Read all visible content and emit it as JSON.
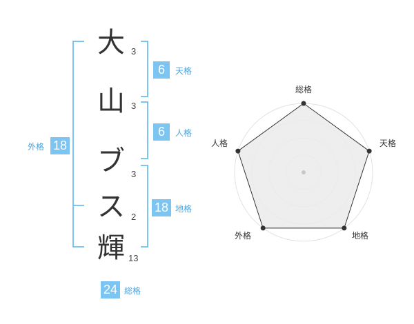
{
  "name": {
    "chars": [
      {
        "char": "大",
        "strokes": "3"
      },
      {
        "char": "山",
        "strokes": "3"
      },
      {
        "char": "ブ",
        "strokes": "3"
      },
      {
        "char": "ス",
        "strokes": "2"
      },
      {
        "char": "輝",
        "strokes": "13"
      }
    ]
  },
  "fortune": {
    "tenkaku": {
      "value": "6",
      "label": "天格"
    },
    "jinkaku": {
      "value": "6",
      "label": "人格"
    },
    "chikaku": {
      "value": "18",
      "label": "地格"
    },
    "gaikaku": {
      "value": "18",
      "label": "外格"
    },
    "soukaku": {
      "value": "24",
      "label": "総格"
    }
  },
  "radar": {
    "axes": [
      "総格",
      "天格",
      "地格",
      "外格",
      "人格"
    ],
    "levels": 4,
    "max": 4,
    "values": [
      4,
      4,
      4,
      4,
      4
    ]
  },
  "colors": {
    "accent": "#7cc4f2",
    "accent_text": "#4ba6e0",
    "bracket": "#7cc4f2",
    "radar_fill": "#ebebeb",
    "radar_line": "#333333"
  }
}
